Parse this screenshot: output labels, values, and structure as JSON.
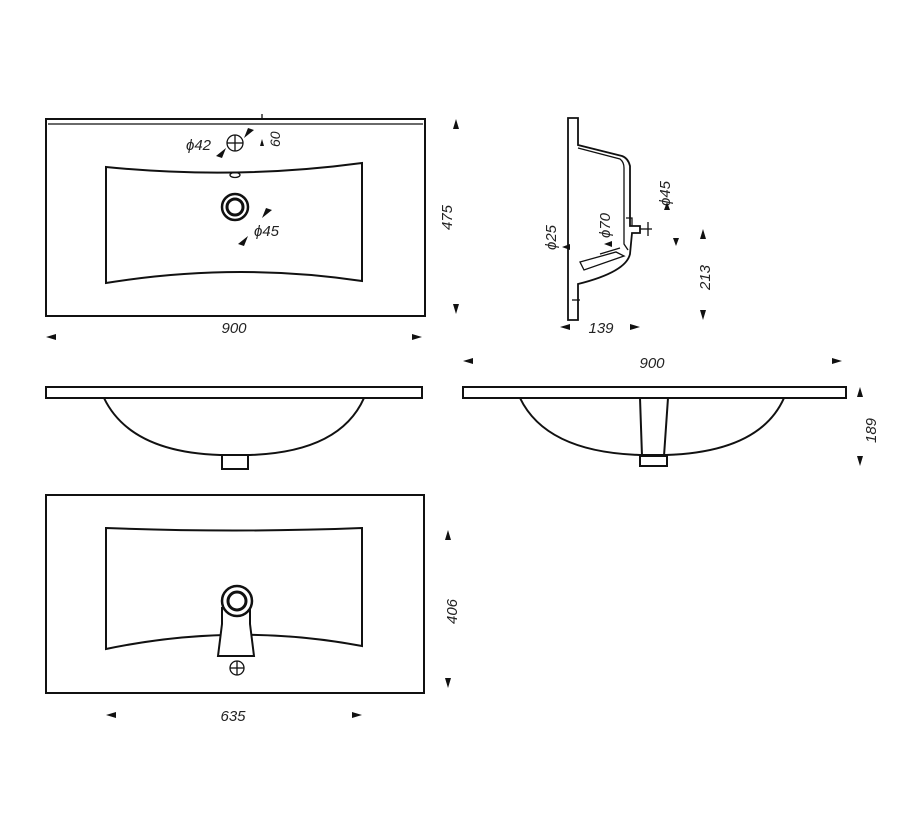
{
  "top_view": {
    "tap_hole_diameter": "ϕ42",
    "tap_offset": "60",
    "drain_diameter": "ϕ45",
    "width": "900",
    "depth": "475"
  },
  "side_section": {
    "overflow_diameter": "ϕ25",
    "waste_diameter": "ϕ70",
    "outlet_diameter": "ϕ45",
    "height": "213",
    "offset": "139"
  },
  "front_elevation": {
    "width": "900",
    "height": "189"
  },
  "bottom_view": {
    "bowl_width": "635",
    "depth": "406"
  }
}
